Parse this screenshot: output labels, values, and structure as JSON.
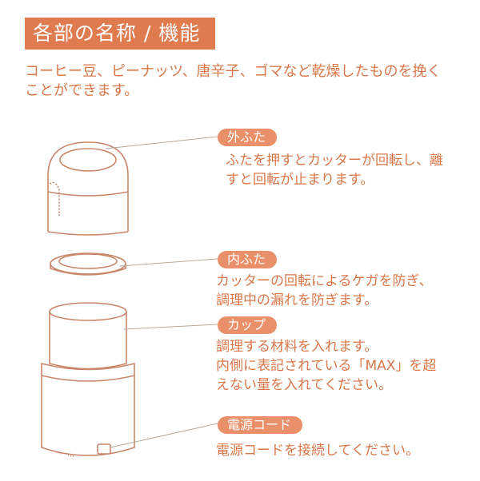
{
  "header": {
    "title": "各部の名称 / 機能"
  },
  "intro": {
    "line1": "コーヒー豆、ピーナッツ、唐辛子、ゴマなど乾燥したものを挽く",
    "line2": "ことができます。"
  },
  "parts": [
    {
      "label": "外ふた",
      "desc": [
        "ふたを押すとカッターが回転し、離",
        "すと回転が止まります。"
      ]
    },
    {
      "label": "内ふた",
      "desc": [
        "カッターの回転によるケガを防ぎ、",
        "調理中の漏れを防ぎます。"
      ]
    },
    {
      "label": "カップ",
      "desc": [
        "調理する材料を入れます。",
        "内側に表記されている「MAX」を超",
        "えない量を入れてください。"
      ]
    },
    {
      "label": "電源コード",
      "desc": [
        "電源コードを接続してください。"
      ]
    }
  ],
  "colors": {
    "accent": "#e07a4f",
    "pill": "#e9906a",
    "text": "#d9774a",
    "line": "#b8a89a"
  }
}
